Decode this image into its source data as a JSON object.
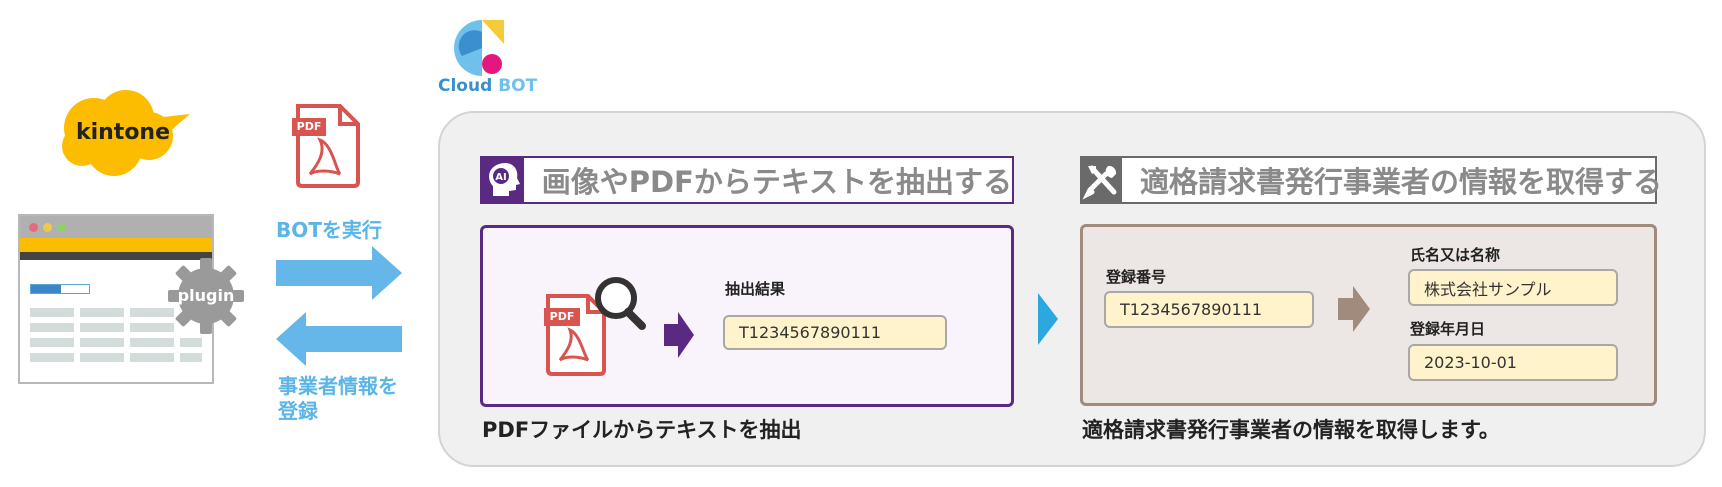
{
  "left": {
    "kintone_logo": "kintone",
    "plugin_label": "plugin",
    "run_label": "BOTを実行",
    "register_label_line1": "事業者情報を",
    "register_label_line2": "登録",
    "pdf_badge": "PDF"
  },
  "cloudbot": {
    "logo_text_part1": "Cloud",
    "logo_text_part2": "BOT"
  },
  "extract_section": {
    "title": "画像やPDFからテキストを抽出する",
    "ai_badge": "AI",
    "pdf_badge": "PDF",
    "result_label": "抽出結果",
    "result_value": "T1234567890111",
    "caption": "PDFファイルからテキストを抽出"
  },
  "fetch_section": {
    "title": "適格請求書発行事業者の情報を取得する",
    "reg_no_label": "登録番号",
    "reg_no_value": "T1234567890111",
    "name_label": "氏名又は名称",
    "name_value": "株式会社サンプル",
    "date_label": "登録年月日",
    "date_value": "2023-10-01",
    "caption": "適格請求書発行事業者の情報を取得します。"
  },
  "colors": {
    "kintone_yellow": "#fcbc00",
    "arrow_blue": "#64b7e8",
    "pdf_red": "#d9534f",
    "purple": "#5a2a83",
    "brown": "#a08b7d",
    "field_fill": "#fff3cc"
  }
}
